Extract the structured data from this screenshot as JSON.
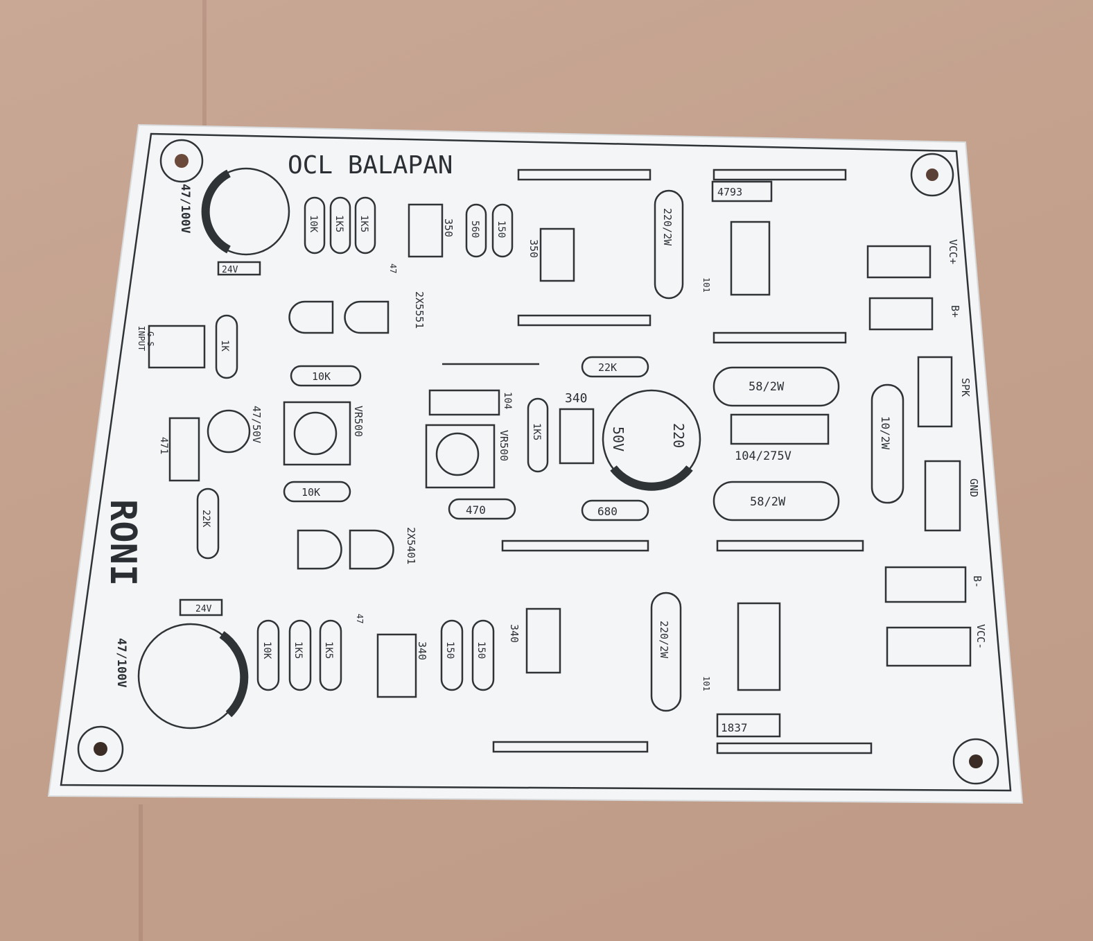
{
  "scene": {
    "description": "Photo of a white PCB silkscreen panel lying on brown cardboard",
    "colors": {
      "background": "#c4a18e",
      "board": "#f4f6f8",
      "ink": "#2f3336",
      "pad": "#7a2c2c"
    }
  },
  "board": {
    "title": "OCL BALAPAN",
    "author": "RONI",
    "labels": {
      "cap_top": "47/100V",
      "cap_bottom": "47/100V",
      "zener_top": "24V",
      "zener_bottom": "24V",
      "r_10k_top": "10K",
      "r_1k5_a_top": "1K5",
      "r_1k5_b_top": "1K5",
      "c47_top": "47",
      "q_350_top": "350",
      "r_560": "560",
      "r_150_top": "150",
      "q_350_heatsink": "350",
      "r_220_2w_top": "220/2W",
      "q_4793": "4793",
      "c101_top": "101",
      "vcc_plus": "VCC+",
      "b_plus": "B+",
      "pair_top": "2X5551",
      "input": "INPUT",
      "input_pins": "G S",
      "r_1k": "1K",
      "r_10k_mid1": "10K",
      "vr500_left": "VR500",
      "cap_47_50v": "47/50V",
      "c471": "471",
      "r_10k_mid2": "10K",
      "r_22k_left": "22K",
      "pair_bottom": "2X5401",
      "jumper": "",
      "r_22k_mid": "22K",
      "c104": "104",
      "vr500_mid": "VR500",
      "r_1k5_mid": "1K5",
      "q_340_mid": "340",
      "cap_220_50v_a": "220",
      "cap_220_50v_b": "50V",
      "r_58_2w_top": "58/2W",
      "c_104_275v": "104/275V",
      "r_58_2w_bottom": "58/2W",
      "r_10_2w": "10/2W",
      "spk": "SPK",
      "gnd": "GND",
      "r_470": "470",
      "r_680": "680",
      "r_10k_bot": "10K",
      "r_1k5_a_bot": "1K5",
      "r_1k5_b_bot": "1K5",
      "c47_bot": "47",
      "q_340_bot": "340",
      "r_150_a_bot": "150",
      "r_150_b_bot": "150",
      "q_340_heatsink": "340",
      "r_220_2w_bot": "220/2W",
      "c101_bot": "101",
      "q_1837": "1837",
      "b_minus": "B-",
      "vcc_minus": "VCC-"
    }
  }
}
